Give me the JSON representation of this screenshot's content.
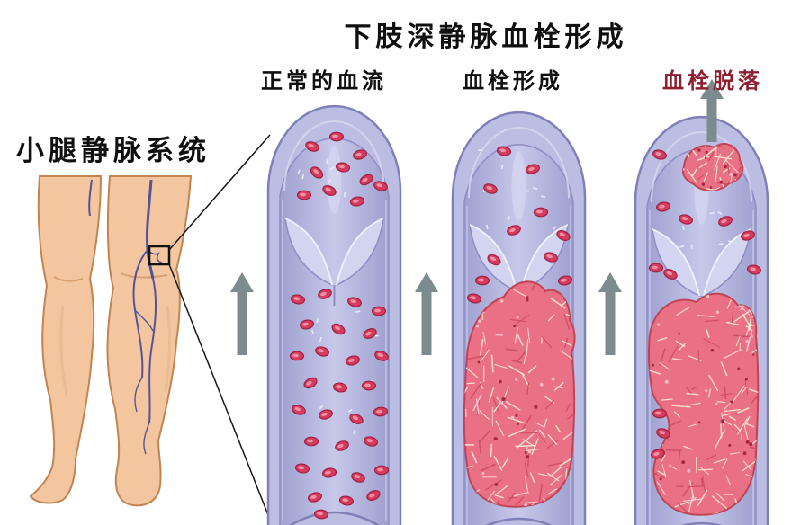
{
  "figure": {
    "title": "下肢深静脉血栓形成",
    "anatomy_label": "小腿静脉系统",
    "stages": [
      {
        "label": "正常的血流"
      },
      {
        "label": "血栓形成"
      },
      {
        "label": "血栓脱落"
      }
    ]
  },
  "colors": {
    "stage3_label": "#8e1f2f",
    "vessel_wall": "#bcbde2",
    "vessel_outline": "#7f80b8",
    "lumen_edge": "#9fa0cf",
    "lumen_center": "#c7c8ea",
    "valve": "#d3d4f0",
    "rbc": "#d63a5c",
    "rbc_rim": "#9e2242",
    "clot": "#ea7185",
    "clot_edge": "#c04458",
    "fibrin": "#f6ead2",
    "arrow": "#7c8b8e",
    "skin": "#f3c6a0",
    "skin_outline": "#c08552",
    "vein": "#4d4d96"
  }
}
